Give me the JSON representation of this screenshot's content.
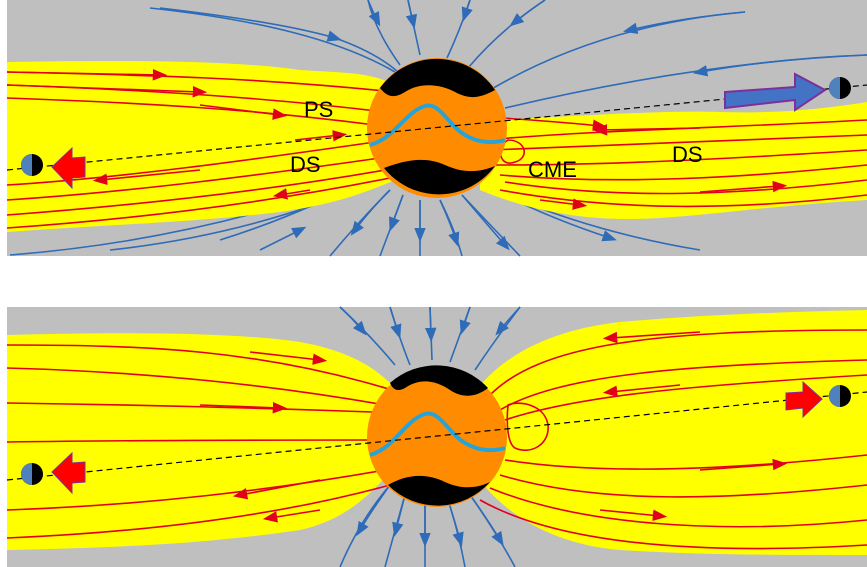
{
  "panels": [
    {
      "labels": {
        "ps": "PS",
        "ds_left": "DS",
        "cme": "CME",
        "ds_right": "DS"
      },
      "right_arrow_color": "#4472c4",
      "left_arrow_color": "#ff0000"
    },
    {
      "labels": {},
      "right_arrow_color": "#ff0000",
      "left_arrow_color": "#ff0000"
    }
  ],
  "colors": {
    "background": "#bfbfbf",
    "streamer": "#ffff00",
    "closed_field": "#e0001b",
    "open_field": "#2e6bb8",
    "sun": "#ff8c00",
    "coronal_hole": "#000000",
    "neutral_line": "#29a3d6",
    "arrow_outline": "#7f2f9a"
  },
  "icons": [
    "earth-icon",
    "direction-arrow-icon"
  ]
}
